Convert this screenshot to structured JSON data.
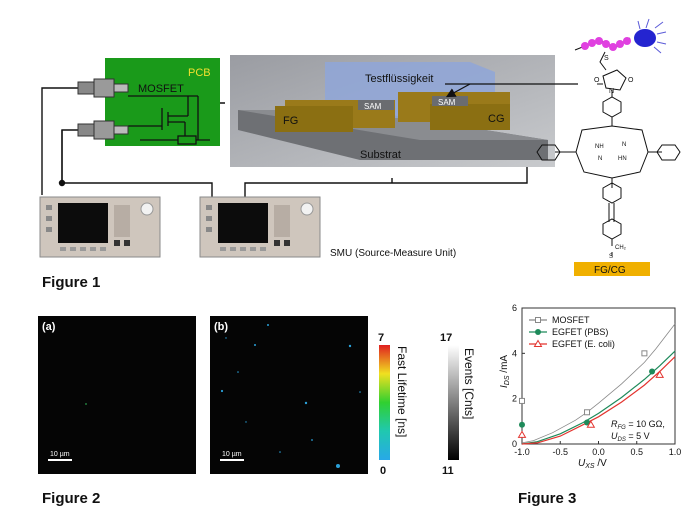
{
  "figure1": {
    "caption": "Figure 1",
    "pcb_label": "PCB",
    "mosfet_label": "MOSFET",
    "liquid_label": "Testflüssigkeit",
    "sam_label": "SAM",
    "fg_label": "FG",
    "cg_label": "CG",
    "substrate_label": "Substrat",
    "smu_label": "SMU (Source-Measure Unit)",
    "molecule_anchor_label": "FG/CG",
    "molecule_atom_labels": {
      "s_top": "S",
      "o1": "O",
      "o2": "O",
      "n": "N",
      "nh": "NH",
      "hn": "HN",
      "n2": "N",
      "n3": "N",
      "ch2": "CH₂",
      "s_bottom": "S"
    }
  },
  "figure2": {
    "caption": "Figure 2",
    "panel_a_label": "(a)",
    "panel_b_label": "(b)",
    "scalebar_label": "10 µm",
    "colorbar_lifetime": {
      "title": "Fast Lifetime [ns]",
      "max": "7",
      "min": "0"
    },
    "colorbar_events": {
      "title": "Events [Cnts]",
      "max": "17",
      "min": "11"
    }
  },
  "figure3": {
    "caption": "Figure 3",
    "annotation_rfg": "R",
    "annotation_rfg_sub": "FG",
    "annotation_rfg_value": " = 10 GΩ,",
    "annotation_uds": "U",
    "annotation_uds_sub": "DS",
    "annotation_uds_value": " = 5 V"
  },
  "chart_data": {
    "type": "line",
    "xlabel": "U_XS /V",
    "ylabel": "I_DS /mA",
    "xlim": [
      -1.0,
      1.0
    ],
    "ylim": [
      0,
      6
    ],
    "xticks": [
      "-1.0",
      "-0.5",
      "0.0",
      "0.5",
      "1.0"
    ],
    "yticks": [
      "0",
      "2",
      "4",
      "6"
    ],
    "legend_position": "top-left",
    "series": [
      {
        "name": "MOSFET",
        "color": "#888888",
        "marker": "square",
        "x": [
          -1.0,
          -0.85,
          -0.6,
          -0.3,
          -0.15,
          0.0,
          0.3,
          0.6,
          0.75,
          1.0
        ],
        "y": [
          0.05,
          0.15,
          0.5,
          1.05,
          1.4,
          1.8,
          2.65,
          3.6,
          4.2,
          5.3
        ],
        "marker_points": [
          [
            -1.0,
            1.9
          ],
          [
            -0.15,
            1.4
          ],
          [
            0.6,
            4.0
          ]
        ]
      },
      {
        "name": "EGFET (PBS)",
        "color": "#1e8a5a",
        "marker": "circle",
        "x": [
          -1.0,
          -0.8,
          -0.5,
          -0.2,
          0.0,
          0.3,
          0.6,
          0.8,
          1.0
        ],
        "y": [
          0.0,
          0.1,
          0.45,
          0.95,
          1.35,
          2.05,
          2.85,
          3.45,
          4.1
        ],
        "marker_points": [
          [
            -1.0,
            0.85
          ],
          [
            -0.15,
            0.95
          ],
          [
            0.7,
            3.2
          ]
        ]
      },
      {
        "name": "EGFET (E. coli)",
        "color": "#e3342f",
        "marker": "triangle",
        "x": [
          -1.0,
          -0.8,
          -0.5,
          -0.2,
          0.0,
          0.3,
          0.6,
          0.8,
          1.0
        ],
        "y": [
          0.0,
          0.05,
          0.35,
          0.85,
          1.2,
          1.85,
          2.6,
          3.2,
          3.85
        ],
        "marker_points": [
          [
            -1.0,
            0.4
          ],
          [
            -0.1,
            0.85
          ],
          [
            0.8,
            3.05
          ]
        ]
      }
    ]
  }
}
